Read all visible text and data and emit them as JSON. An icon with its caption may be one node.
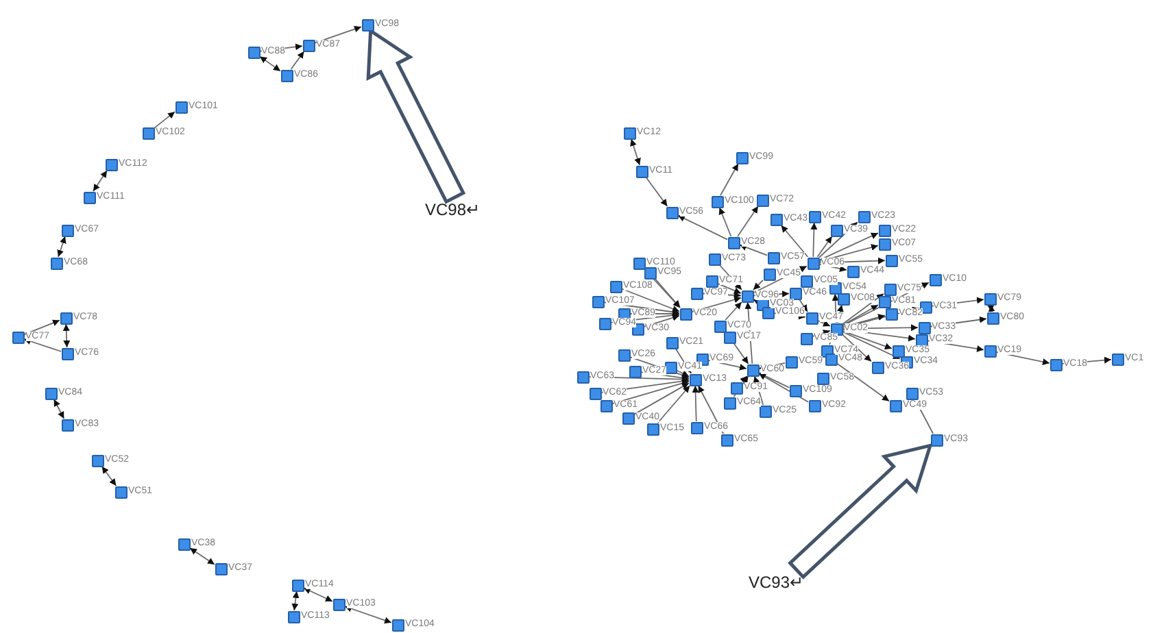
{
  "diagram": {
    "nodes": [
      {
        "text": [],
        "shape": "box",
        "beside": [
          "VC98"
        ]
      },
      {
        "text": [],
        "shape": "box",
        "beside": [
          "VC87"
        ]
      },
      {
        "text": [],
        "shape": "box",
        "beside": [
          "VC88"
        ]
      },
      {
        "text": [],
        "shape": "box",
        "beside": [
          "VC86"
        ]
      },
      {
        "text": [],
        "shape": "box",
        "beside": [
          "VC101"
        ]
      },
      {
        "text": [],
        "shape": "box",
        "beside": [
          "VC102"
        ]
      },
      {
        "text": [],
        "shape": "box",
        "beside": [
          "VC112"
        ]
      },
      {
        "text": [],
        "shape": "box",
        "beside": [
          "VC111"
        ]
      },
      {
        "text": [],
        "shape": "box",
        "beside": [
          "VC67"
        ]
      },
      {
        "text": [],
        "shape": "box",
        "beside": [
          "VC68"
        ]
      },
      {
        "text": [],
        "shape": "box",
        "beside": [
          "VC78"
        ]
      },
      {
        "text": [],
        "shape": "box",
        "beside": [
          "VC77"
        ]
      },
      {
        "text": [],
        "shape": "box",
        "beside": [
          "VC76"
        ]
      },
      {
        "text": [],
        "shape": "box",
        "beside": [
          "VC84"
        ]
      },
      {
        "text": [],
        "shape": "box",
        "beside": [
          "VC83"
        ]
      },
      {
        "text": [],
        "shape": "box",
        "beside": [
          "VC52"
        ]
      },
      {
        "text": [],
        "shape": "box",
        "beside": [
          "VC51"
        ]
      },
      {
        "text": [],
        "shape": "box",
        "beside": [
          "VC38"
        ]
      },
      {
        "text": [],
        "shape": "box",
        "beside": [
          "VC37"
        ]
      },
      {
        "text": [],
        "shape": "box",
        "beside": [
          "VC114"
        ]
      },
      {
        "text": [],
        "shape": "box",
        "beside": [
          "VC113"
        ]
      },
      {
        "text": [],
        "shape": "box",
        "beside": [
          "VC103"
        ]
      },
      {
        "text": [],
        "shape": "box",
        "beside": [
          "VC104"
        ]
      },
      {
        "text": [],
        "shape": "box",
        "beside": [
          "VC12"
        ]
      },
      {
        "text": [],
        "shape": "box",
        "beside": [
          "VC11"
        ]
      },
      {
        "text": [],
        "shape": "box",
        "beside": [
          "VC56"
        ]
      },
      {
        "text": [],
        "shape": "box",
        "beside": [
          "VC99"
        ]
      },
      {
        "text": [],
        "shape": "box",
        "beside": [
          "VC100"
        ]
      },
      {
        "text": [],
        "shape": "box",
        "beside": [
          "VC72"
        ]
      },
      {
        "text": [],
        "shape": "box",
        "beside": [
          "VC28"
        ]
      },
      {
        "text": [],
        "shape": "box",
        "beside": [
          "VC73"
        ]
      },
      {
        "text": [],
        "shape": "box",
        "beside": [
          "VC43"
        ]
      },
      {
        "text": [],
        "shape": "box",
        "beside": [
          "VC42"
        ]
      },
      {
        "text": [],
        "shape": "box",
        "beside": [
          "VC39"
        ]
      },
      {
        "text": [],
        "shape": "box",
        "beside": [
          "VC23"
        ]
      },
      {
        "text": [],
        "shape": "box",
        "beside": [
          "VC22"
        ]
      },
      {
        "text": [],
        "shape": "box",
        "beside": [
          "VC07"
        ]
      },
      {
        "text": [],
        "shape": "box",
        "beside": [
          "VC55"
        ]
      },
      {
        "text": [],
        "shape": "box",
        "beside": [
          "VC57"
        ]
      },
      {
        "text": [],
        "shape": "box",
        "beside": [
          "VC06"
        ]
      },
      {
        "text": [],
        "shape": "box",
        "beside": [
          "VC44"
        ]
      },
      {
        "text": [],
        "shape": "box",
        "beside": [
          "VC110"
        ]
      },
      {
        "text": [],
        "shape": "box",
        "beside": [
          "VC95"
        ]
      },
      {
        "text": [],
        "shape": "box",
        "beside": [
          "VC108"
        ]
      },
      {
        "text": [],
        "shape": "box",
        "beside": [
          "VC71"
        ]
      },
      {
        "text": [],
        "shape": "box",
        "beside": [
          "VC97"
        ]
      },
      {
        "text": [],
        "shape": "box",
        "beside": [
          "VC96"
        ]
      },
      {
        "text": [],
        "shape": "box",
        "beside": [
          "VC45"
        ]
      },
      {
        "text": [],
        "shape": "box",
        "beside": [
          "VC05"
        ]
      },
      {
        "text": [],
        "shape": "box",
        "beside": [
          "VC46"
        ]
      },
      {
        "text": [],
        "shape": "box",
        "beside": [
          "VC54"
        ]
      },
      {
        "text": [],
        "shape": "box",
        "beside": [
          "VC03"
        ]
      },
      {
        "text": [],
        "shape": "box",
        "beside": [
          "VC107"
        ]
      },
      {
        "text": [],
        "shape": "box",
        "beside": [
          "VC89"
        ]
      },
      {
        "text": [],
        "shape": "box",
        "beside": [
          "VC08"
        ]
      },
      {
        "text": [],
        "shape": "box",
        "beside": [
          "VC75"
        ]
      },
      {
        "text": [],
        "shape": "box",
        "beside": [
          "VC81"
        ]
      },
      {
        "text": [],
        "shape": "box",
        "beside": [
          "VC10"
        ]
      },
      {
        "text": [],
        "shape": "box",
        "beside": [
          "VC31"
        ]
      },
      {
        "text": [],
        "shape": "box",
        "beside": [
          "VC79"
        ]
      },
      {
        "text": [],
        "shape": "box",
        "beside": [
          "VC80"
        ]
      },
      {
        "text": [],
        "shape": "box",
        "beside": [
          "VC33"
        ]
      },
      {
        "text": [],
        "shape": "box",
        "beside": [
          "VC32"
        ]
      },
      {
        "text": [],
        "shape": "box",
        "beside": [
          "VC19"
        ]
      },
      {
        "text": [],
        "shape": "box",
        "beside": [
          "VC18"
        ]
      },
      {
        "text": [],
        "shape": "box",
        "beside": [
          "VC1"
        ]
      },
      {
        "text": [],
        "shape": "box",
        "beside": [
          "VC35"
        ]
      },
      {
        "text": [],
        "shape": "box",
        "beside": [
          "VC34"
        ]
      },
      {
        "text": [],
        "shape": "box",
        "beside": [
          "VC36"
        ]
      },
      {
        "text": [],
        "shape": "box",
        "beside": [
          "VC53"
        ]
      },
      {
        "text": [],
        "shape": "box",
        "beside": [
          "VC49"
        ]
      },
      {
        "text": [],
        "shape": "box",
        "beside": [
          "VC93"
        ]
      },
      {
        "text": [],
        "shape": "box",
        "beside": [
          "VC20"
        ]
      },
      {
        "text": [],
        "shape": "box",
        "beside": [
          "VC106"
        ]
      },
      {
        "text": [],
        "shape": "box",
        "beside": [
          "VC47"
        ]
      },
      {
        "text": [],
        "shape": "box",
        "beside": [
          "VC82"
        ]
      },
      {
        "text": [],
        "shape": "box",
        "beside": [
          "VC94"
        ]
      },
      {
        "text": [],
        "shape": "box",
        "beside": [
          "VC30"
        ]
      },
      {
        "text": [],
        "shape": "box",
        "beside": [
          "VC70"
        ]
      },
      {
        "text": [],
        "shape": "box",
        "beside": [
          "VC17"
        ]
      },
      {
        "text": [],
        "shape": "box",
        "beside": [
          "VC02"
        ]
      },
      {
        "text": [],
        "shape": "box",
        "beside": [
          "VC21"
        ]
      },
      {
        "text": [],
        "shape": "box",
        "beside": [
          "VC85"
        ]
      },
      {
        "text": [],
        "shape": "box",
        "beside": [
          "VC74"
        ]
      },
      {
        "text": [],
        "shape": "box",
        "beside": [
          "VC26"
        ]
      },
      {
        "text": [],
        "shape": "box",
        "beside": [
          "VC41"
        ]
      },
      {
        "text": [],
        "shape": "box",
        "beside": [
          "VC69"
        ]
      },
      {
        "text": [],
        "shape": "box",
        "beside": [
          "VC60"
        ]
      },
      {
        "text": [],
        "shape": "box",
        "beside": [
          "VC59"
        ]
      },
      {
        "text": [],
        "shape": "box",
        "beside": [
          "VC48"
        ]
      },
      {
        "text": [],
        "shape": "box",
        "beside": [
          "VC63"
        ]
      },
      {
        "text": [],
        "shape": "box",
        "beside": [
          "VC27"
        ]
      },
      {
        "text": [],
        "shape": "box",
        "beside": [
          "VC13"
        ]
      },
      {
        "text": [],
        "shape": "box",
        "beside": [
          "VC62"
        ]
      },
      {
        "text": [],
        "shape": "box",
        "beside": [
          "VC91"
        ]
      },
      {
        "text": [],
        "shape": "box",
        "beside": [
          "VC61"
        ]
      },
      {
        "text": [],
        "shape": "box",
        "beside": [
          "VC64"
        ]
      },
      {
        "text": [],
        "shape": "box",
        "beside": [
          "VC109"
        ]
      },
      {
        "text": [],
        "shape": "box",
        "beside": [
          "VC58"
        ]
      },
      {
        "text": [],
        "shape": "box",
        "beside": [
          "VC92"
        ]
      },
      {
        "text": [],
        "shape": "box",
        "beside": [
          "VC40"
        ]
      },
      {
        "text": [],
        "shape": "box",
        "beside": [
          "VC15"
        ]
      },
      {
        "text": [],
        "shape": "box",
        "beside": [
          "VC25"
        ]
      },
      {
        "text": [],
        "shape": "box",
        "beside": [
          "VC66"
        ]
      },
      {
        "text": [],
        "shape": "box",
        "beside": [
          "VC65"
        ]
      },
      {
        "text": [
          "VC98↵"
        ]
      },
      {
        "text": [
          "VC93↵"
        ]
      }
    ],
    "edges": [
      {
        "from": 1,
        "to": 0,
        "arrow": "to"
      },
      {
        "from": 2,
        "to": 1,
        "arrow": "to"
      },
      {
        "from": 3,
        "to": 2,
        "arrow": "both"
      },
      {
        "from": 3,
        "to": 1,
        "arrow": "to"
      },
      {
        "from": 5,
        "to": 4,
        "arrow": "to"
      },
      {
        "from": 7,
        "to": 6,
        "arrow": "both"
      },
      {
        "from": 8,
        "to": 9,
        "arrow": "both"
      },
      {
        "from": 11,
        "to": 10,
        "arrow": "to"
      },
      {
        "from": 10,
        "to": 12,
        "arrow": "both"
      },
      {
        "from": 12,
        "to": 11,
        "arrow": "to"
      },
      {
        "from": 13,
        "to": 14,
        "arrow": "both"
      },
      {
        "from": 15,
        "to": 16,
        "arrow": "both"
      },
      {
        "from": 17,
        "to": 18,
        "arrow": "both"
      },
      {
        "from": 19,
        "to": 20,
        "arrow": "both"
      },
      {
        "from": 19,
        "to": 21,
        "arrow": "both"
      },
      {
        "from": 21,
        "to": 22,
        "arrow": "both"
      },
      {
        "from": 23,
        "to": 24,
        "arrow": "both"
      },
      {
        "from": 24,
        "to": 25,
        "arrow": "to"
      },
      {
        "from": 29,
        "to": 25,
        "arrow": "to"
      },
      {
        "from": 27,
        "to": 26,
        "arrow": "to"
      },
      {
        "from": 29,
        "to": 27,
        "arrow": "to"
      },
      {
        "from": 29,
        "to": 28,
        "arrow": "to"
      },
      {
        "from": 38,
        "to": 29,
        "arrow": "to"
      },
      {
        "from": 39,
        "to": 31,
        "arrow": "to"
      },
      {
        "from": 39,
        "to": 32,
        "arrow": "to"
      },
      {
        "from": 39,
        "to": 33,
        "arrow": "to"
      },
      {
        "from": 39,
        "to": 34,
        "arrow": "to"
      },
      {
        "from": 39,
        "to": 35,
        "arrow": "to"
      },
      {
        "from": 39,
        "to": 36,
        "arrow": "to"
      },
      {
        "from": 39,
        "to": 37,
        "arrow": "to"
      },
      {
        "from": 39,
        "to": 40,
        "arrow": "to"
      },
      {
        "from": 30,
        "to": 46,
        "arrow": "to"
      },
      {
        "from": 44,
        "to": 46,
        "arrow": "to"
      },
      {
        "from": 45,
        "to": 46,
        "arrow": "to"
      },
      {
        "from": 47,
        "to": 46,
        "arrow": "to"
      },
      {
        "from": 51,
        "to": 46,
        "arrow": "to"
      },
      {
        "from": 78,
        "to": 46,
        "arrow": "to"
      },
      {
        "from": 72,
        "to": 46,
        "arrow": "to"
      },
      {
        "from": 87,
        "to": 46,
        "arrow": "to"
      },
      {
        "from": 41,
        "to": 72,
        "arrow": "to"
      },
      {
        "from": 42,
        "to": 72,
        "arrow": "to"
      },
      {
        "from": 43,
        "to": 72,
        "arrow": "to"
      },
      {
        "from": 52,
        "to": 72,
        "arrow": "to"
      },
      {
        "from": 53,
        "to": 72,
        "arrow": "to"
      },
      {
        "from": 76,
        "to": 72,
        "arrow": "to"
      },
      {
        "from": 77,
        "to": 72,
        "arrow": "to"
      },
      {
        "from": 90,
        "to": 92,
        "arrow": "to"
      },
      {
        "from": 93,
        "to": 92,
        "arrow": "to"
      },
      {
        "from": 95,
        "to": 92,
        "arrow": "to"
      },
      {
        "from": 100,
        "to": 92,
        "arrow": "to"
      },
      {
        "from": 101,
        "to": 92,
        "arrow": "to"
      },
      {
        "from": 91,
        "to": 92,
        "arrow": "to"
      },
      {
        "from": 84,
        "to": 92,
        "arrow": "to"
      },
      {
        "from": 85,
        "to": 92,
        "arrow": "to"
      },
      {
        "from": 103,
        "to": 92,
        "arrow": "to"
      },
      {
        "from": 104,
        "to": 92,
        "arrow": "to"
      },
      {
        "from": 81,
        "to": 92,
        "arrow": "to"
      },
      {
        "from": 86,
        "to": 87,
        "arrow": "to"
      },
      {
        "from": 94,
        "to": 87,
        "arrow": "to"
      },
      {
        "from": 96,
        "to": 87,
        "arrow": "to"
      },
      {
        "from": 102,
        "to": 87,
        "arrow": "to"
      },
      {
        "from": 97,
        "to": 87,
        "arrow": "to"
      },
      {
        "from": 99,
        "to": 87,
        "arrow": "to"
      },
      {
        "from": 88,
        "to": 87,
        "arrow": "to"
      },
      {
        "from": 79,
        "to": 87,
        "arrow": "to"
      },
      {
        "from": 80,
        "to": 54,
        "arrow": "to"
      },
      {
        "from": 80,
        "to": 50,
        "arrow": "to"
      },
      {
        "from": 80,
        "to": 55,
        "arrow": "to"
      },
      {
        "from": 80,
        "to": 56,
        "arrow": "to"
      },
      {
        "from": 80,
        "to": 57,
        "arrow": "to"
      },
      {
        "from": 80,
        "to": 58,
        "arrow": "to"
      },
      {
        "from": 80,
        "to": 61,
        "arrow": "to"
      },
      {
        "from": 80,
        "to": 62,
        "arrow": "to"
      },
      {
        "from": 80,
        "to": 66,
        "arrow": "to"
      },
      {
        "from": 80,
        "to": 67,
        "arrow": "to"
      },
      {
        "from": 80,
        "to": 68,
        "arrow": "to"
      },
      {
        "from": 80,
        "to": 75,
        "arrow": "to"
      },
      {
        "from": 74,
        "to": 80,
        "arrow": "to"
      },
      {
        "from": 82,
        "to": 80,
        "arrow": "to"
      },
      {
        "from": 83,
        "to": 80,
        "arrow": "to"
      },
      {
        "from": 58,
        "to": 59,
        "arrow": "to"
      },
      {
        "from": 59,
        "to": 60,
        "arrow": "both"
      },
      {
        "from": 61,
        "to": 60,
        "arrow": "to"
      },
      {
        "from": 62,
        "to": 63,
        "arrow": "to"
      },
      {
        "from": 63,
        "to": 64,
        "arrow": "to"
      },
      {
        "from": 64,
        "to": 65,
        "arrow": "to"
      },
      {
        "from": 89,
        "to": 70,
        "arrow": "to"
      },
      {
        "from": 71,
        "to": 69,
        "arrow": "to"
      },
      {
        "from": 49,
        "to": 74,
        "arrow": "to"
      },
      {
        "from": 73,
        "to": 74,
        "arrow": "to"
      },
      {
        "from": 46,
        "to": 39,
        "arrow": "to"
      },
      {
        "from": 46,
        "to": 49,
        "arrow": "to"
      },
      {
        "from": 105,
        "to": 0,
        "arrow": "to",
        "style": "thick",
        "color": "#44546a"
      },
      {
        "from": 106,
        "to": 71,
        "arrow": "to",
        "style": "thick",
        "color": "#44546a"
      }
    ]
  }
}
